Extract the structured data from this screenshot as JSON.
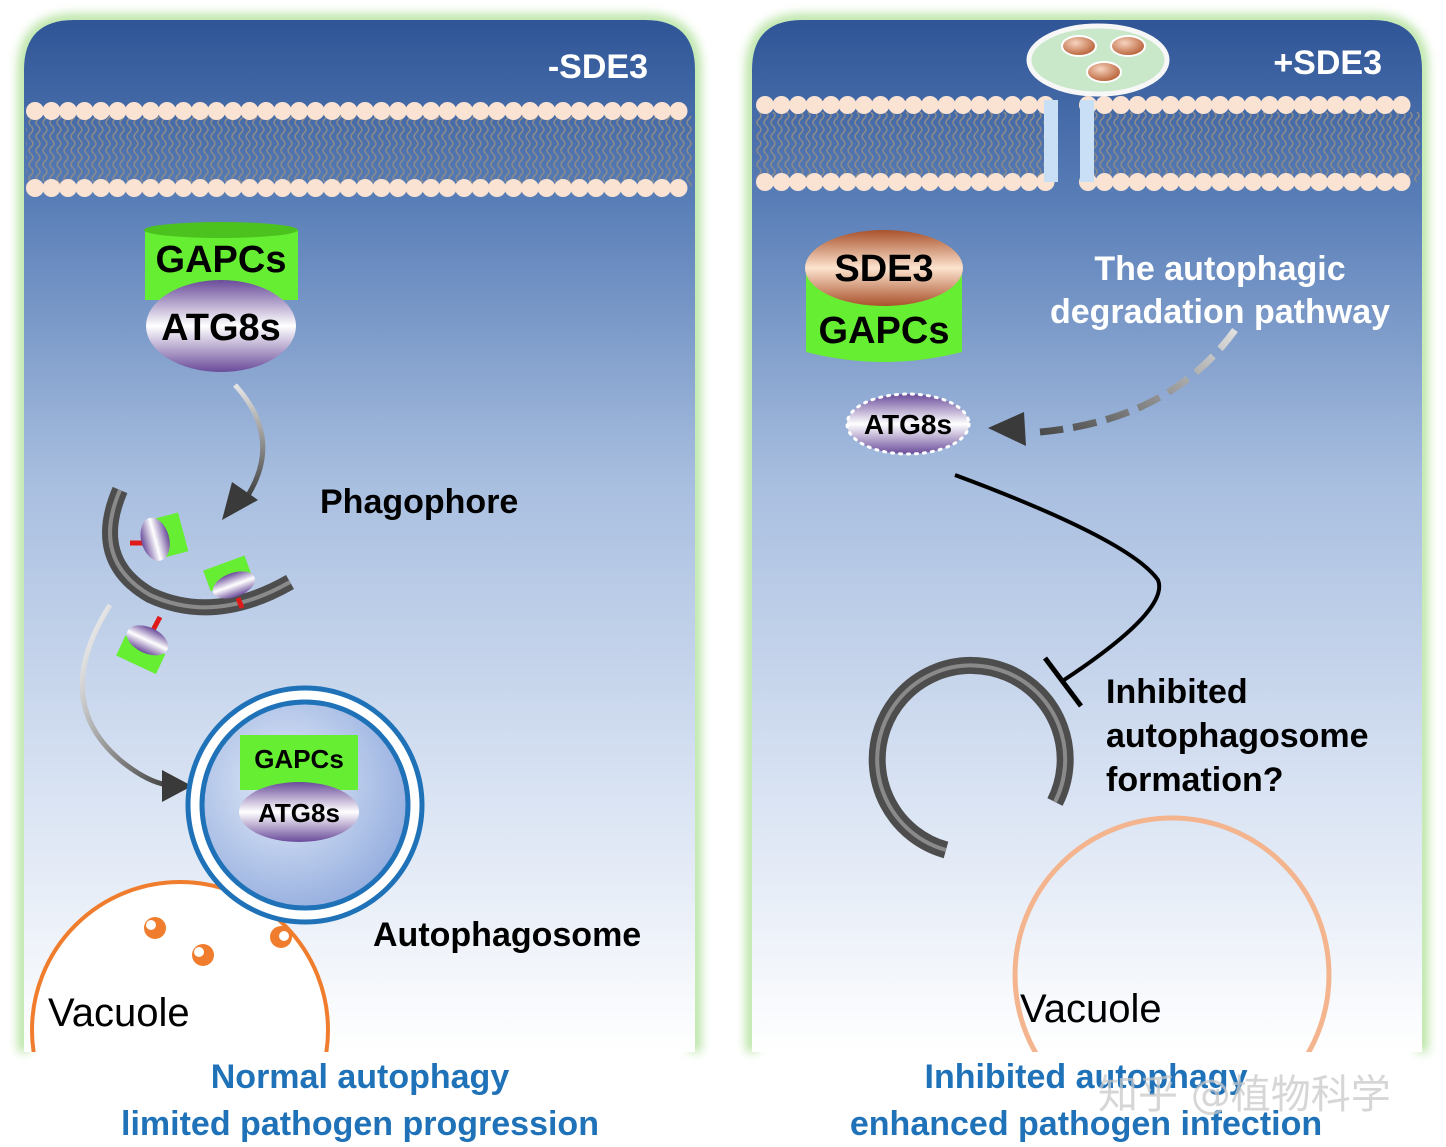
{
  "left_panel": {
    "condition": "-SDE3",
    "complex_top": "GAPCs",
    "complex_bottom": "ATG8s",
    "phagophore_label": "Phagophore",
    "autophagosome_label": "Autophagosome",
    "inner_complex_top": "GAPCs",
    "inner_complex_bottom": "ATG8s",
    "vacuole_label": "Vacuole",
    "caption_line1": "Normal autophagy",
    "caption_line2": "limited pathogen progression"
  },
  "right_panel": {
    "condition": "+SDE3",
    "complex_top": "SDE3",
    "complex_bottom": "GAPCs",
    "atg8_label": "ATG8s",
    "pathway_line1": "The autophagic",
    "pathway_line2": "degradation pathway",
    "inhibited_line1": "Inhibited",
    "inhibited_line2": "autophagosome",
    "inhibited_line3": "formation?",
    "vacuole_label": "Vacuole",
    "caption_line1": "Inhibited autophagy",
    "caption_line2": "enhanced pathogen infection"
  },
  "watermark": "知乎 @植物科学",
  "colors": {
    "panel_top": "#2f5597",
    "panel_bottom": "#ffffff",
    "panel_glow": "#b6e3a0",
    "gapcs_green": "#66ee33",
    "atg8_purple": "#7b5aa6",
    "sde3_copper": "#b8643a",
    "membrane_head": "#fbe3d3",
    "vacuole_orange": "#ef7d2d",
    "vacuole_light": "#f3b48e",
    "autophagosome_blue": "#1f72b8",
    "caption_blue": "#1f72b8",
    "phagophore_gray": "#666666"
  }
}
